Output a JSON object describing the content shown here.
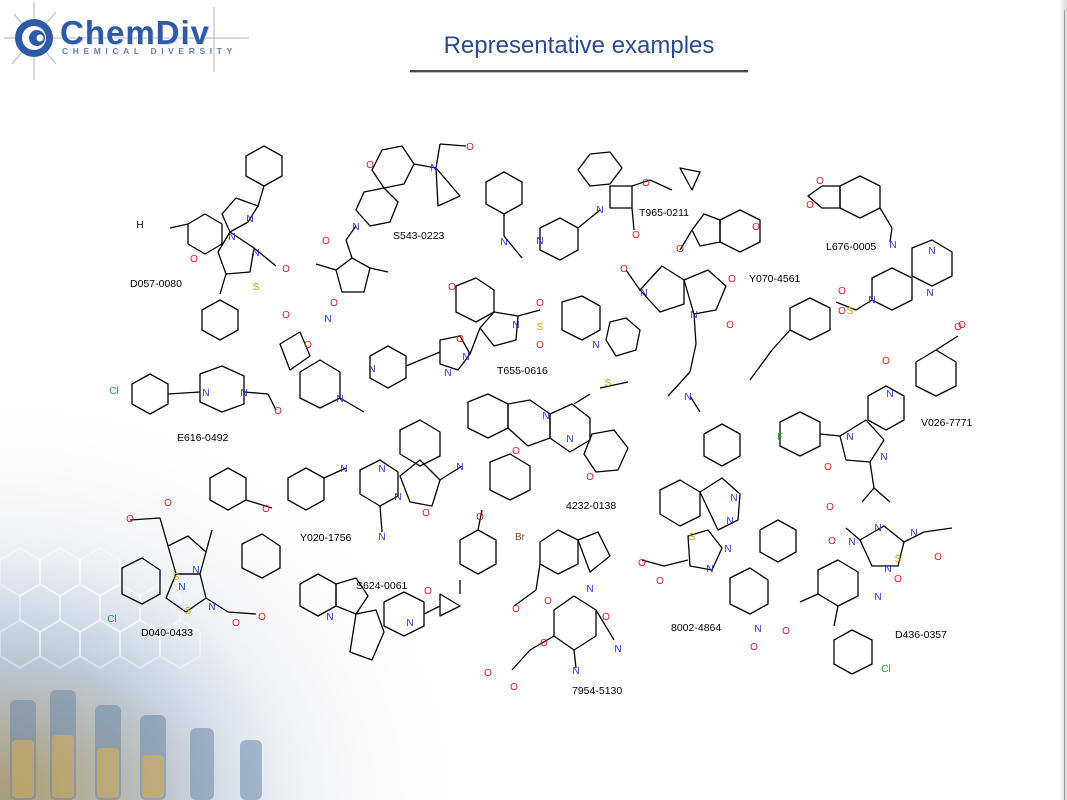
{
  "brand": {
    "name": "ChemDiv",
    "tagline": "CHEMICAL DIVERSITY",
    "colors": {
      "primary": "#2e5aa8",
      "title": "#2b4b8c"
    }
  },
  "slide": {
    "title": "Representative examples"
  },
  "compounds": [
    {
      "id": "D057-0080"
    },
    {
      "id": "S543-0223"
    },
    {
      "id": "T965-0211"
    },
    {
      "id": "L676-0005"
    },
    {
      "id": "Y070-4561"
    },
    {
      "id": "T655-0616"
    },
    {
      "id": "E616-0492"
    },
    {
      "id": "V026-7771"
    },
    {
      "id": "4232-0138"
    },
    {
      "id": "Y020-1756"
    },
    {
      "id": "D040-0433"
    },
    {
      "id": "S624-0061"
    },
    {
      "id": "7954-5130"
    },
    {
      "id": "8002-4864"
    },
    {
      "id": "D436-0357"
    }
  ],
  "atom_colors": {
    "N": "#2233cc",
    "O": "#d41f1f",
    "S": "#c9a400",
    "Cl": "#21a121",
    "F": "#21a121",
    "Br": "#8b3a1a"
  }
}
